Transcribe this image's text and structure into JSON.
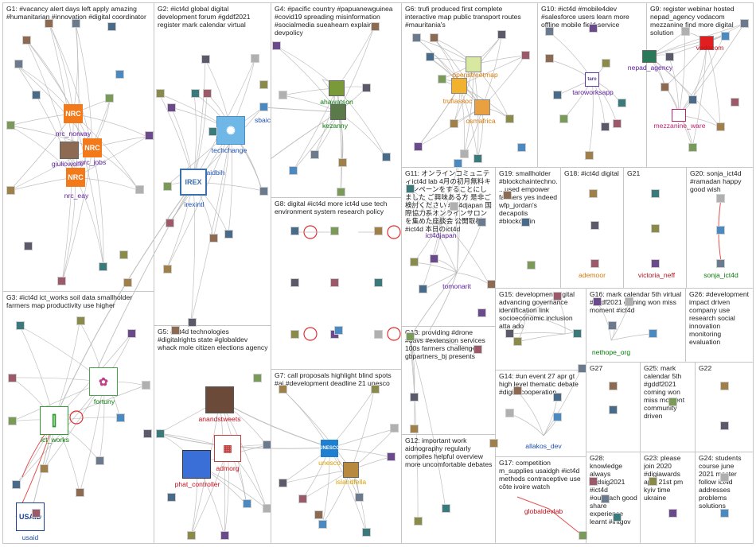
{
  "groups": [
    {
      "id": "G1",
      "title": "G1: #vacancy alert days left apply amazing #humanitarian #innovation #digital coordinator"
    },
    {
      "id": "G2",
      "title": "G2: #ict4d global digital development forum #gddf2021 register mark calendar virtual"
    },
    {
      "id": "G3",
      "title": "G3: #ict4d ict_works soil data smallholder farmers map productivity use higher"
    },
    {
      "id": "G4",
      "title": "G4: #pacific country #papuanewguinea #covid19 spreading misinformation #socialmedia sueahearn explains devpolicy"
    },
    {
      "id": "G5",
      "title": "G5: #ict4d technologies #digitalrights state #globaldev whack mole citizen elections agency"
    },
    {
      "id": "G6",
      "title": "G6: trufi produced first complete interactive map public transport routes #mauritania's"
    },
    {
      "id": "G7",
      "title": "G7: call proposals highlight blind spots #ai #development deadline 21 unesco"
    },
    {
      "id": "G8",
      "title": "G8: digital #ict4d more ict4d use tech environment system research policy"
    },
    {
      "id": "G9",
      "title": "G9: register webinar hosted nepad_agency vodacom mezzanine find more digital solution"
    },
    {
      "id": "G10",
      "title": "G10: #ict4d #mobile4dev #salesforce users learn more offline mobile field service"
    },
    {
      "id": "G11",
      "title": "G11: オンラインコミュニティict4d lab 4月の初月無料キャンペーンをすることにしました ご興味ある方 是非ご検討ください #ict4djapan 国際協力系オンラインサロンを集めた座談会 公開取材 #ict4d 本日のict4d"
    },
    {
      "id": "G12",
      "title": "G12: important work aidnography regularly compiles helpful overview more uncomfortable debates"
    },
    {
      "id": "G13",
      "title": "G13: providing #drone #uavs #extension services 100s farmers challenges gbpartners_bj presents"
    },
    {
      "id": "G14",
      "title": "G14: #un event 27 apr gt high level thematic debate #digitalcooperation"
    },
    {
      "id": "G15",
      "title": "G15: development digital advancing governance identification link socioeconomic inclusion atta ado"
    },
    {
      "id": "G16",
      "title": "G16: mark calendar 5th virtual #gddf2021 coming won miss moment #ict4d"
    },
    {
      "id": "G17",
      "title": "G17: competition m_supplies usaidgh #ict4d methods contraceptive use côte ivoire watch"
    },
    {
      "id": "G18",
      "title": "G18: #ict4d digital"
    },
    {
      "id": "G19",
      "title": "G19: smallholder #blockchaintechno... used empower farmers yes indeed wfp_jordan's decapolis #blockchain"
    },
    {
      "id": "G20",
      "title": "G20: sonja_ict4d #ramadan happy good wish"
    },
    {
      "id": "G21",
      "title": "G21"
    },
    {
      "id": "G22",
      "title": "G22"
    },
    {
      "id": "G23",
      "title": "G23: please join 2020 #digiawards april 21st pm kyiv time ukraine"
    },
    {
      "id": "G24",
      "title": "G24: students course june 2021 master follow ict4d addresses problems solutions"
    },
    {
      "id": "G25",
      "title": "G25: mark calendar 5th #gddf2021 coming won miss moment community driven"
    },
    {
      "id": "G26",
      "title": "G26: #development impact driven company use research social innovation monitoring evaluation"
    },
    {
      "id": "G27",
      "title": "G27"
    },
    {
      "id": "G28",
      "title": "G28: knowledge always #bdsig2021 #ict4d #outreach good share experience learnt #intgov"
    }
  ],
  "node_labels": {
    "nrc_norway": "nrc_norway",
    "nrc_jobs": "nrc_jobs",
    "giuliowolfe": "giuliowolfe",
    "nrc_eay": "nrc_eay",
    "techchange": "techchange",
    "aidbih": "aidbih",
    "irexintl": "irexintl",
    "sbaic": "sbaic",
    "ahawatson": "ahawatson",
    "kezanny": "kezanny",
    "openstreetmap": "openstreetmap",
    "trufiassoc": "trufiassoc",
    "osmafrica": "osmafrica",
    "taroworksapp": "taroworksapp",
    "nepad_agency": "nepad_agency",
    "vodacom": "vodacom",
    "mezzanine_ware": "mezzanine_ware",
    "ict4djapan": "ict4djapan",
    "tomonarit": "tomonarit",
    "ademoor": "ademoor",
    "victoria_neff": "victoria_neff",
    "sonja_ict4d": "sonja_ict4d",
    "fortuny": "fortuny",
    "ict_works": "ict_works",
    "usaid": "usaid",
    "anandstweets": "anandstweets",
    "admorg": "admorg",
    "phat_controller": "phat_controller",
    "unesco": "unesco",
    "islandfella": "islandfella",
    "nethope_org": "nethope_org",
    "allakos_dev": "allakos_dev",
    "globaldevlab": "globaldevlab"
  },
  "logos": {
    "nrc": "NRC",
    "irex": "IREX",
    "usaid": "USAID",
    "unesco": "UNESCO"
  },
  "colors": {
    "node_label_green": "#0a7a0a",
    "node_label_purple": "#5a1a9a",
    "node_label_blue": "#1f4fb0",
    "node_label_orange": "#d9780a",
    "node_label_red": "#c0101e",
    "nrc_orange": "#f27a1a",
    "usaid_blue": "#1b3f8f",
    "edge_gray": "#b4b4b4",
    "edge_red": "#e03030",
    "group_border": "#c6c6c6"
  },
  "icons": {
    "self_loop": "self-loop-icon",
    "profile_thumb": "profile-thumbnail-icon"
  }
}
